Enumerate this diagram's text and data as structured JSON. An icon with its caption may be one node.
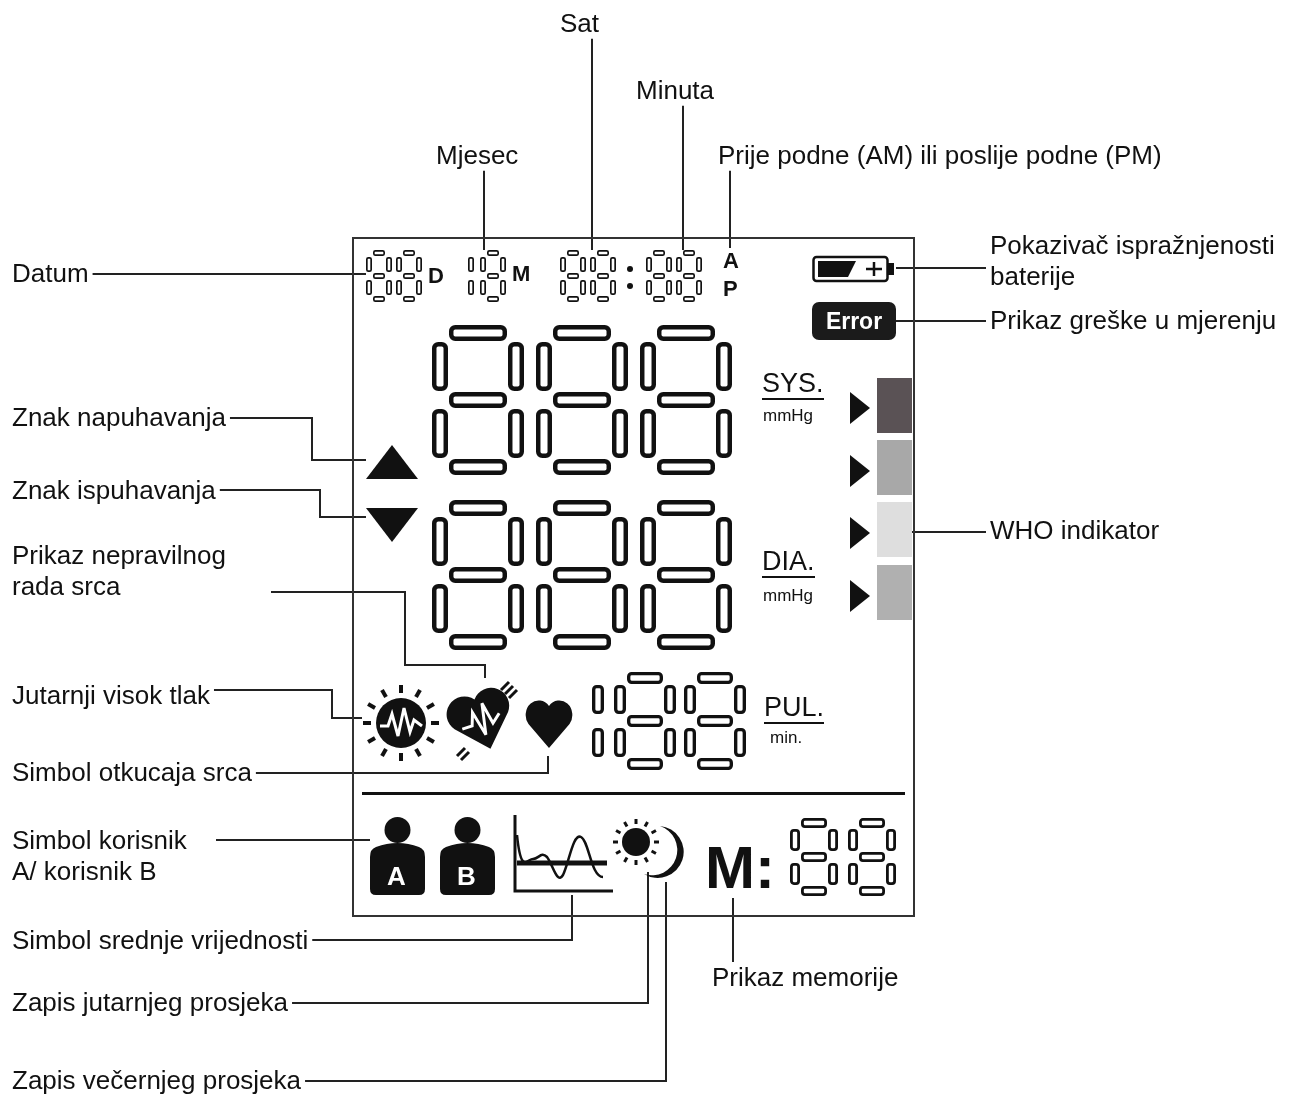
{
  "diagram": {
    "nodes": [
      {
        "text": [
          "Sat"
        ]
      },
      {
        "text": [
          "Minuta"
        ]
      },
      {
        "text": [
          "Mjesec"
        ]
      },
      {
        "text": [
          "Prije podne (AM) ili poslije podne (PM)"
        ]
      },
      {
        "text": [
          "Datum"
        ]
      },
      {
        "text": [
          "Pokazivač ispražnjenosti baterije"
        ]
      },
      {
        "text": [
          "Prikaz greške u mjerenju"
        ]
      },
      {
        "text": [
          "Znak napuhavanja"
        ]
      },
      {
        "text": [
          "Znak ispuhavanja"
        ]
      },
      {
        "text": [
          "Prikaz nepravilnog rada srca"
        ]
      },
      {
        "text": [
          "WHO indikator"
        ]
      },
      {
        "text": [
          "Jutarnji visok tlak"
        ]
      },
      {
        "text": [
          "Simbol otkucaja srca"
        ]
      },
      {
        "text": [
          "Simbol korisnik A/ korisnik B"
        ]
      },
      {
        "text": [
          "Simbol srednje vrijednosti"
        ]
      },
      {
        "text": [
          "Prikaz memorije"
        ]
      },
      {
        "text": [
          "Zapis jutarnjeg prosjeka"
        ]
      },
      {
        "text": [
          "Zapis večernjeg prosjeka"
        ]
      },
      {
        "text": [],
        "shape": "box"
      },
      {
        "text": [],
        "shape": "digits",
        "in": 18
      },
      {
        "text": [],
        "shape": "digits",
        "in": 18
      },
      {
        "text": [],
        "shape": "digits",
        "in": 18
      },
      {
        "text": [],
        "shape": "digits",
        "in": 18
      },
      {
        "text": [
          "A",
          "P"
        ],
        "in": 18
      },
      {
        "text": [],
        "shape": "battery",
        "in": 18
      },
      {
        "text": [
          "Error"
        ],
        "in": 18
      },
      {
        "text": [],
        "shape": "triangle",
        "in": 18
      },
      {
        "text": [],
        "shape": "triangle",
        "in": 18
      },
      {
        "text": [],
        "shape": "heart",
        "in": 18
      },
      {
        "text": [],
        "shape": "bar",
        "in": 18
      },
      {
        "text": [],
        "shape": "sun",
        "in": 18
      },
      {
        "text": [],
        "shape": "heart",
        "in": 18
      },
      {
        "text": [
          "A"
        ],
        "in": 18
      },
      {
        "text": [],
        "shape": "chart",
        "in": 18
      },
      {
        "text": [
          "M:"
        ],
        "in": 18
      },
      {
        "text": [],
        "shape": "sun",
        "in": 18
      },
      {
        "text": [],
        "shape": "moon",
        "in": 18
      }
    ],
    "edges": [
      {
        "from": 0,
        "to": 21,
        "arrow": "none"
      },
      {
        "from": 1,
        "to": 22,
        "arrow": "none"
      },
      {
        "from": 2,
        "to": 20,
        "arrow": "none"
      },
      {
        "from": 3,
        "to": 23,
        "arrow": "none"
      },
      {
        "from": 4,
        "to": 19,
        "arrow": "none"
      },
      {
        "from": 5,
        "to": 24,
        "arrow": "none"
      },
      {
        "from": 6,
        "to": 25,
        "arrow": "none"
      },
      {
        "from": 7,
        "to": 26,
        "arrow": "none"
      },
      {
        "from": 8,
        "to": 27,
        "arrow": "none"
      },
      {
        "from": 9,
        "to": 28,
        "arrow": "none"
      },
      {
        "from": 10,
        "to": 29,
        "arrow": "none"
      },
      {
        "from": 11,
        "to": 30,
        "arrow": "none"
      },
      {
        "from": 12,
        "to": 31,
        "arrow": "none"
      },
      {
        "from": 13,
        "to": 32,
        "arrow": "none"
      },
      {
        "from": 14,
        "to": 33,
        "arrow": "none"
      },
      {
        "from": 15,
        "to": 34,
        "arrow": "none"
      },
      {
        "from": 16,
        "to": 35,
        "arrow": "none"
      },
      {
        "from": 17,
        "to": 36,
        "arrow": "none"
      }
    ],
    "labels": [
      "D",
      "M",
      "SYS.",
      "mmHg",
      "DIA.",
      "mmHg",
      "PUL.",
      "min.",
      "B"
    ]
  }
}
